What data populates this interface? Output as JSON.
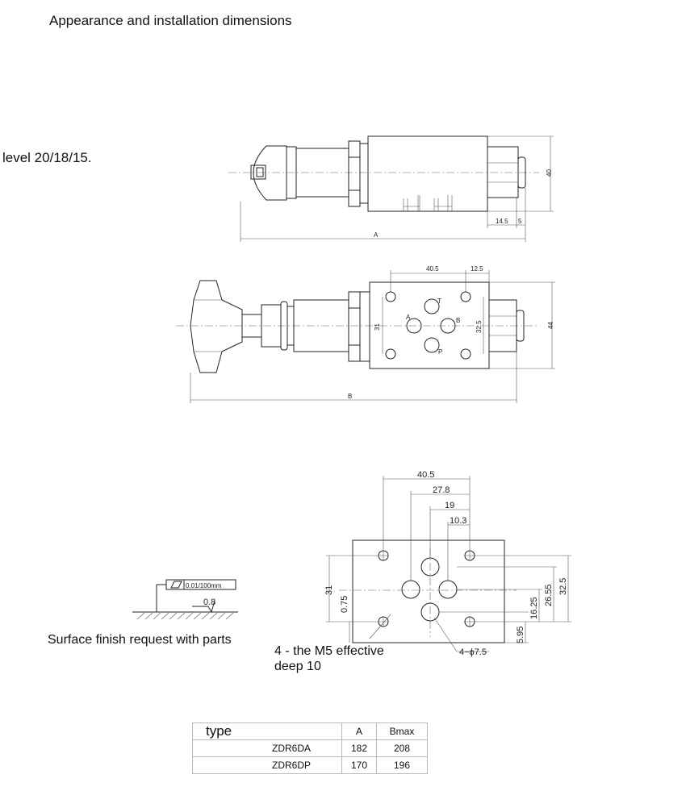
{
  "title": "Appearance and installation dimensions",
  "level_note": "level 20/18/15.",
  "surface_note": "Surface finish request with parts",
  "m5_note": "4 - the M5 effective deep 10",
  "side_view": {
    "dim_A": "A",
    "dim_40": "40",
    "dim_14_5": "14.5",
    "dim_5": "5"
  },
  "top_view": {
    "dim_B": "B",
    "dim_40_5": "40.5",
    "dim_12_5": "12.5",
    "dim_31": "31",
    "dim_32_5": "32.5",
    "dim_44": "44",
    "port_T": "T",
    "port_A": "A",
    "port_B": "B",
    "port_P": "P"
  },
  "mounting": {
    "d_40_5": "40.5",
    "d_27_8": "27.8",
    "d_19": "19",
    "d_10_3": "10.3",
    "d_31": "31",
    "d_0_75": "0.75",
    "d_32_5": "32.5",
    "d_26_55": "26.55",
    "d_16_25": "16.25",
    "d_5_95": "5.95",
    "d_holes": "4−ϕ7.5"
  },
  "surface": {
    "flatness": "0.01/100mm",
    "roughness": "0.8"
  },
  "table": {
    "headers": [
      "type",
      "A",
      "Bmax"
    ],
    "rows": [
      {
        "type": "ZDR6DA",
        "a": "182",
        "bmax": "208"
      },
      {
        "type": "ZDR6DP",
        "a": "170",
        "bmax": "196"
      }
    ]
  }
}
